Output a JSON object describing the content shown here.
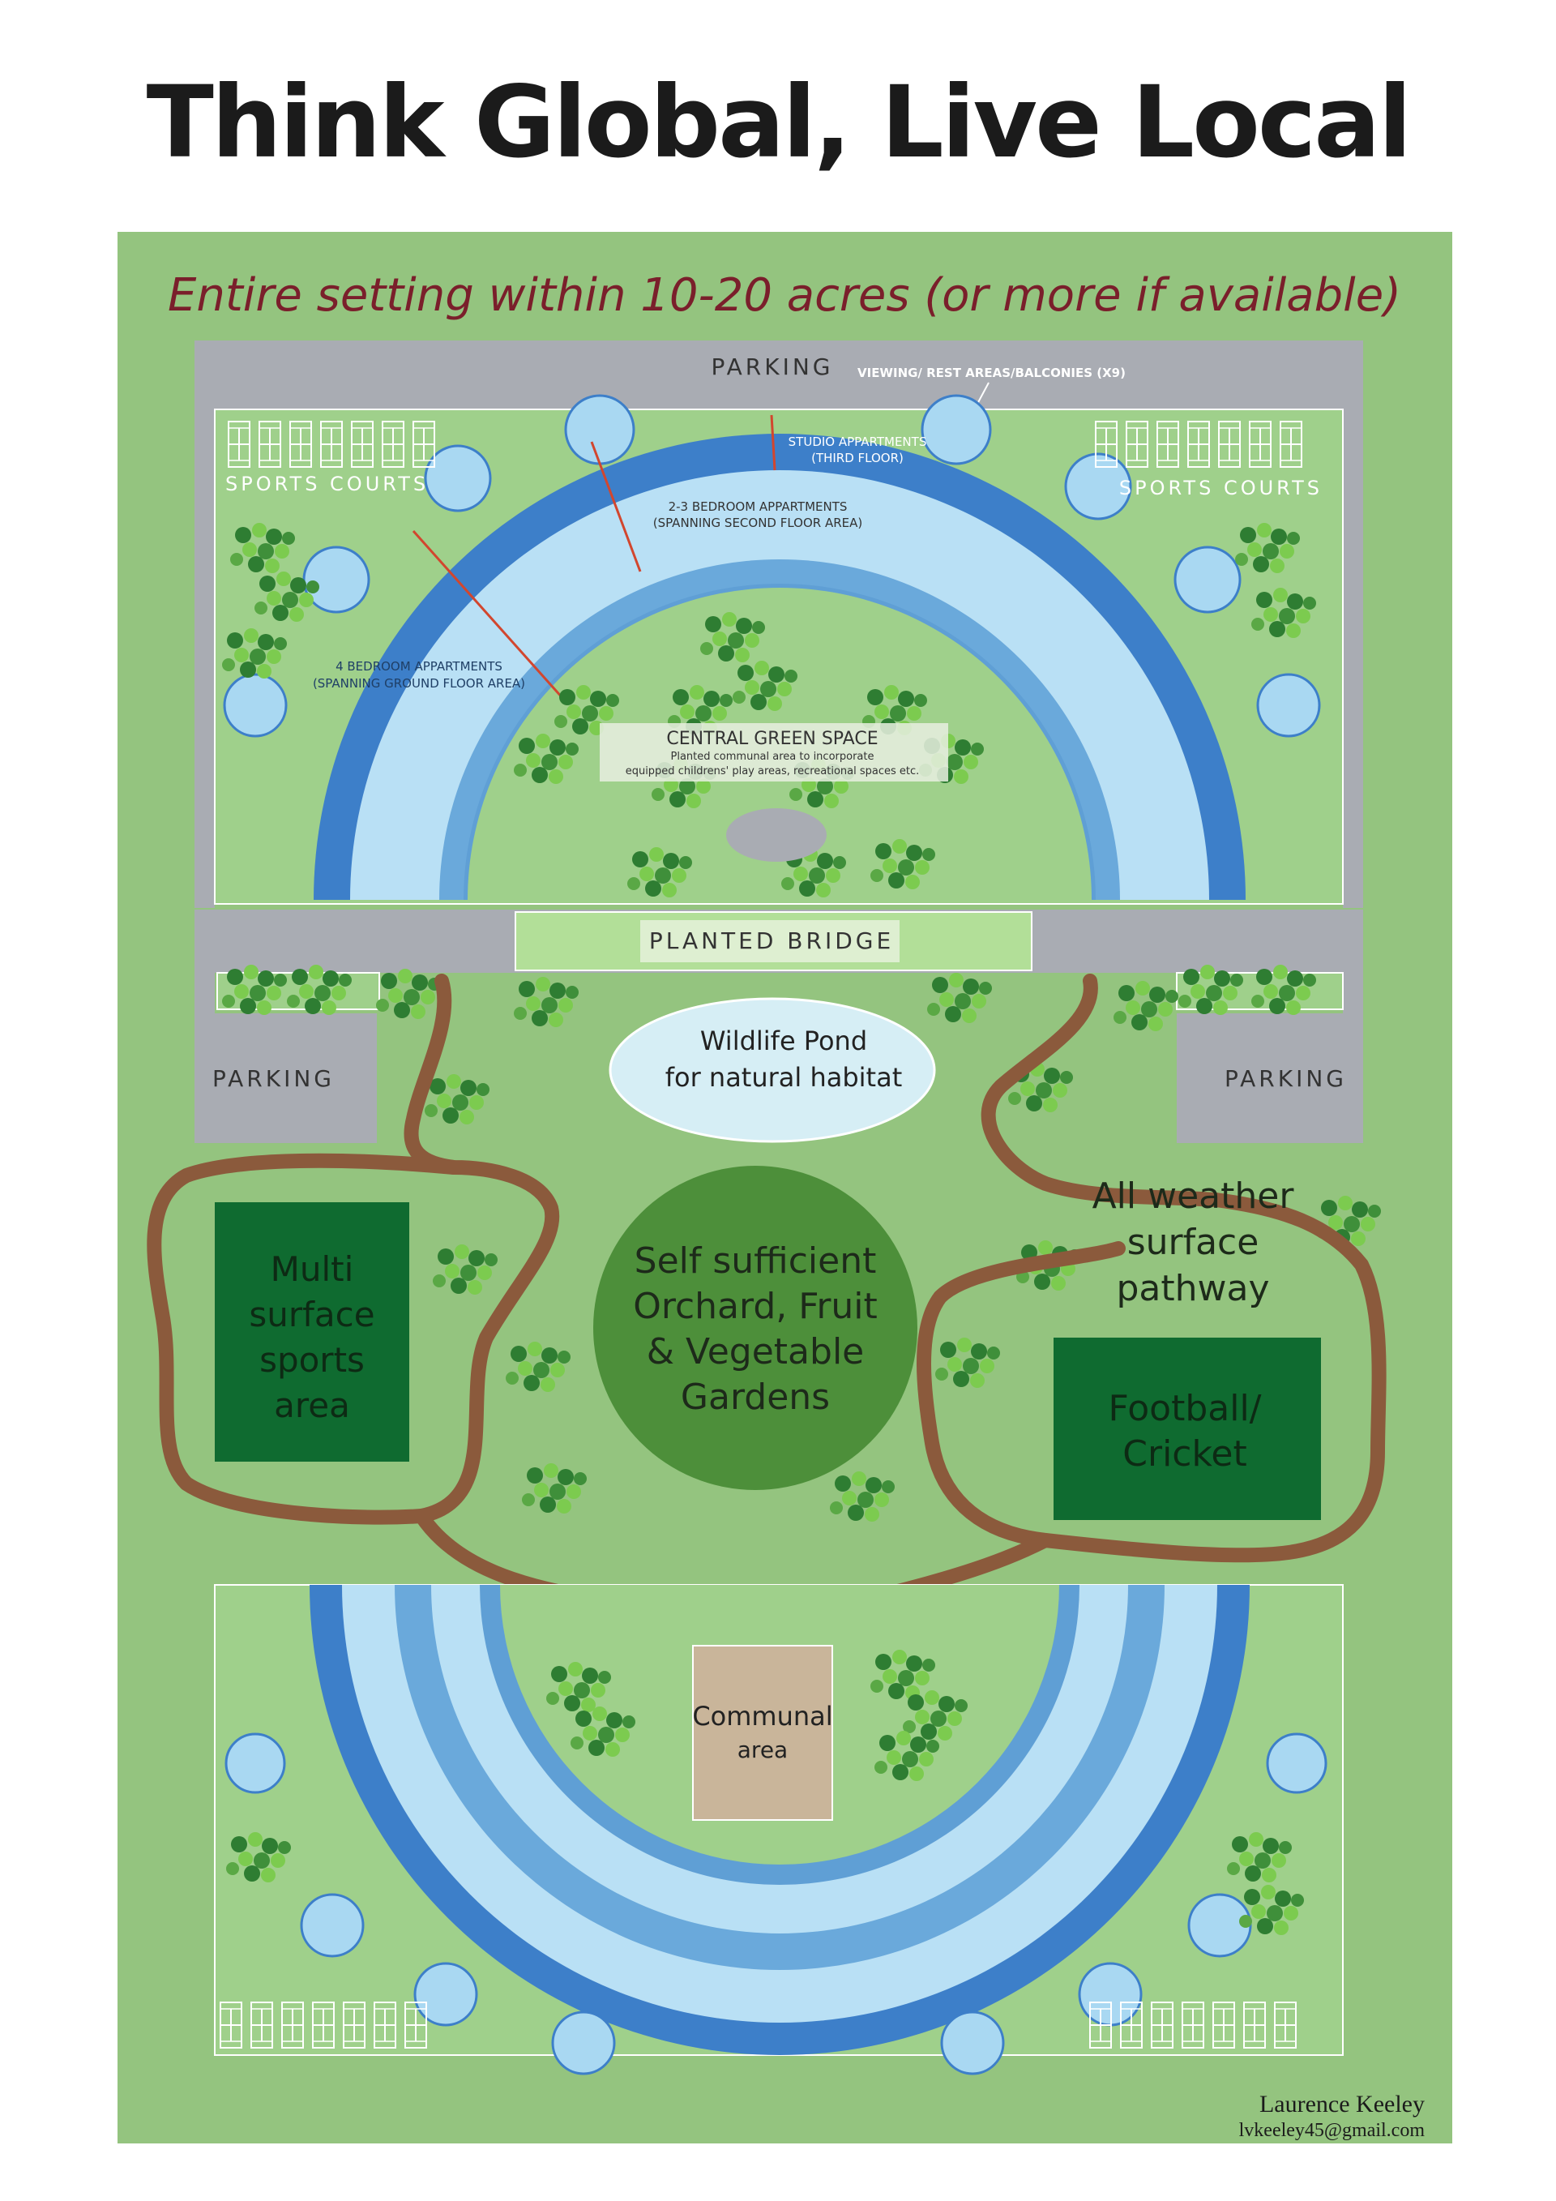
{
  "title": "Think Global, Live Local",
  "plan": {
    "heading": "Entire setting within 10-20 acres (or more if available)",
    "labels": {
      "parking_top": "PARKING",
      "viewing_areas": "VIEWING/ REST AREAS/BALCONIES (X9)",
      "studio_line1": "STUDIO APPARTMENTS",
      "studio_line2": "(THIRD FLOOR)",
      "bed23_line1": "2-3 BEDROOM APPARTMENTS",
      "bed23_line2": "(SPANNING SECOND FLOOR AREA)",
      "bed4_line1": "4 BEDROOM APPARTMENTS",
      "bed4_line2": "(SPANNING GROUND FLOOR AREA)",
      "sports_courts_left": "SPORTS COURTS",
      "sports_courts_right": "SPORTS COURTS",
      "central_title": "CENTRAL GREEN SPACE",
      "central_sub1": "Planted communal area to incorporate",
      "central_sub2": "equipped childrens' play areas, recreational spaces etc.",
      "bridge": "PLANTED BRIDGE",
      "pond_line1": "Wildlife Pond",
      "pond_line2": "for natural habitat",
      "parking_left": "PARKING",
      "parking_right": "PARKING",
      "multi_line1": "Multi",
      "multi_line2": "surface",
      "multi_line3": "sports",
      "multi_line4": "area",
      "orchard_line1": "Self sufficient",
      "orchard_line2": "Orchard, Fruit",
      "orchard_line3": "& Vegetable",
      "orchard_line4": "Gardens",
      "pathway_line1": "All weather",
      "pathway_line2": "surface",
      "pathway_line3": "pathway",
      "football_line1": "Football/",
      "football_line2": "Cricket",
      "communal_line1": "Communal",
      "communal_line2": "area"
    },
    "author": {
      "name": "Laurence Keeley",
      "email": "lvkeeley45@gmail.com"
    },
    "colors": {
      "field": "#94c47f",
      "lawn": "#9fd08b",
      "road": "#a9acb3",
      "ring_outer": "#3d7fc9",
      "ring_middle": "#b9e0f5",
      "ring_inner": "#6aa9db",
      "balcony": "#a9d8f2",
      "tree_dark": "#2e7d32",
      "tree_light": "#7ccb4f",
      "orchard": "#4d8f3a",
      "sports_pitch": "#0f6b30",
      "path": "#8b5a3c",
      "pond": "#d6eef5",
      "communal": "#c9b59a",
      "heading_red": "#7a1f2b",
      "divider_red": "#d2462e"
    }
  }
}
